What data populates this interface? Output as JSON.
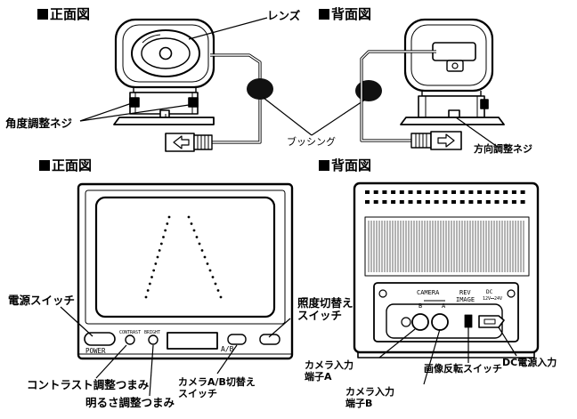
{
  "colors": {
    "ink": "#000000",
    "paper": "#ffffff",
    "shade": "#555555"
  },
  "top": {
    "front_title": "正面図",
    "back_title": "背面図",
    "lens_label": "レンズ",
    "angle_screw_label": "角度調整ネジ",
    "bushing_label": "ブッシング",
    "direction_screw_label": "方向調整ネジ"
  },
  "bottom": {
    "front_title": "正面図",
    "back_title": "背面図",
    "power_switch_label": "電源スイッチ",
    "brightness_switch_label": "照度切替え\nスイッチ",
    "contrast_knob_label": "コントラスト調整つまみ",
    "brightness_knob_label": "明るさ調整つまみ",
    "camera_ab_switch_label": "カメラA/B切替え\nスイッチ",
    "camera_input_a_label": "カメラ入力\n端子A",
    "camera_input_b_label": "カメラ入力\n端子B",
    "image_reverse_label": "画像反転スイッチ",
    "dc_input_label": "DC電源入力",
    "panel_power": "POWER",
    "panel_contrast": "CONTRAST",
    "panel_bright": "BRIGHT",
    "panel_ab": "A/B",
    "panel_camera": "CAMERA",
    "panel_b": "B",
    "panel_a": "A",
    "panel_rev": "REV",
    "panel_image": "IMAGE",
    "panel_dc": "DC",
    "panel_voltage": "12V⎓24V"
  }
}
